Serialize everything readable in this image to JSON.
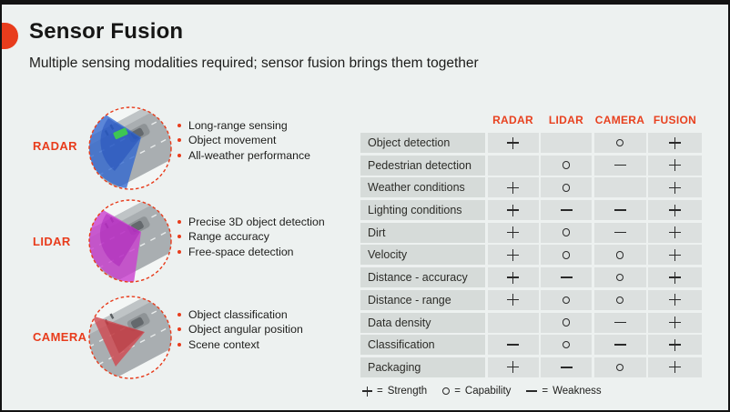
{
  "slide": {
    "title": "Sensor Fusion",
    "subtitle": "Multiple sensing modalities required; sensor fusion brings them together"
  },
  "colors": {
    "accent": "#e83c1c",
    "background": "#edf1f0",
    "table_label_cell_bg": "#d6dbd9",
    "table_symbol_cell_bg": "#dce0df",
    "symbol_color": "#2a2a2a",
    "radar_cone": "#2f66cf",
    "lidar_cone": "#c93ecf",
    "camera_cone": "#cf4a52"
  },
  "sensors": [
    {
      "name": "RADAR",
      "cone_color": "#2f66cf",
      "bullets": [
        "Long-range sensing",
        "Object movement",
        "All-weather performance"
      ]
    },
    {
      "name": "LIDAR",
      "cone_color": "#c93ecf",
      "bullets": [
        "Precise 3D object detection",
        "Range accuracy",
        "Free-space detection"
      ]
    },
    {
      "name": "CAMERA",
      "cone_color": "#cf4a52",
      "bullets": [
        "Object classification",
        "Object angular position",
        "Scene context"
      ]
    }
  ],
  "chart_data": {
    "type": "table",
    "columns": [
      "RADAR",
      "LIDAR",
      "CAMERA",
      "FUSION"
    ],
    "rows": [
      {
        "label": "Object detection",
        "values": [
          "+",
          "",
          "O",
          "+"
        ]
      },
      {
        "label": "Pedestrian detection",
        "values": [
          "",
          "O",
          "-",
          "+"
        ]
      },
      {
        "label": "Weather conditions",
        "values": [
          "+",
          "O",
          "",
          "+"
        ]
      },
      {
        "label": "Lighting conditions",
        "values": [
          "+",
          "-",
          "-",
          "+"
        ]
      },
      {
        "label": "Dirt",
        "values": [
          "+",
          "O",
          "-",
          "+"
        ]
      },
      {
        "label": "Velocity",
        "values": [
          "+",
          "O",
          "O",
          "+"
        ]
      },
      {
        "label": "Distance - accuracy",
        "values": [
          "+",
          "-",
          "O",
          "+"
        ]
      },
      {
        "label": "Distance - range",
        "values": [
          "+",
          "O",
          "O",
          "+"
        ]
      },
      {
        "label": "Data density",
        "values": [
          "",
          "O",
          "-",
          "+"
        ]
      },
      {
        "label": "Classification",
        "values": [
          "-",
          "O",
          "-",
          "+"
        ]
      },
      {
        "label": "Packaging",
        "values": [
          "+",
          "-",
          "O",
          "+"
        ]
      }
    ],
    "legend_separator": "=",
    "legend": [
      {
        "symbol": "+",
        "meaning": "Strength"
      },
      {
        "symbol": "O",
        "meaning": "Capability"
      },
      {
        "symbol": "-",
        "meaning": "Weakness"
      }
    ]
  }
}
